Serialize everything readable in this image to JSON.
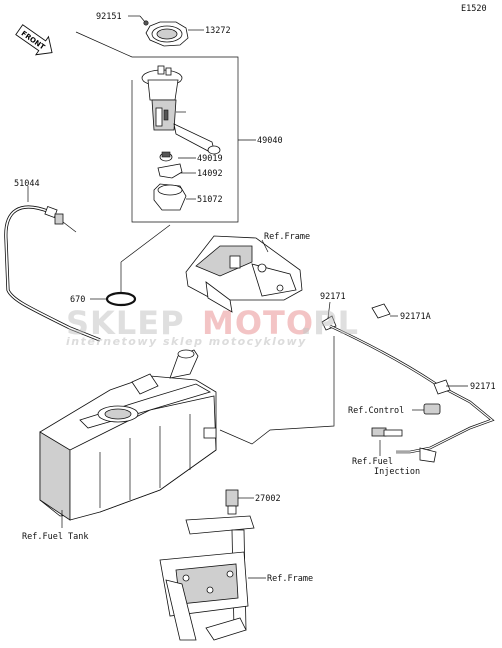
{
  "diagram_code": "E1520",
  "front_label": "FRONT",
  "parts": {
    "p92151": "92151",
    "p13272": "13272",
    "p49040": "49040",
    "p49019": "49019",
    "p14092": "14092",
    "p51072": "51072",
    "p51044": "51044",
    "p670": "670",
    "p92171_a": "92171",
    "p92171A": "92171A",
    "p92171_b": "92171",
    "p27002": "27002"
  },
  "refs": {
    "frame_top": "Ref.Frame",
    "control": "Ref.Control",
    "fuel_injection_line1": "Ref.Fuel",
    "fuel_injection_line2": "Injection",
    "fuel_tank": "Ref.Fuel Tank",
    "frame_bottom": "Ref.Frame"
  },
  "watermark": {
    "brand_part1": "SKLEP",
    "brand_part2": "MOTO",
    "brand_part3": ".PL",
    "tagline": "internetowy sklep motocyklowy",
    "colors": {
      "gray": "#b9b9b9",
      "red": "#d8383b"
    }
  }
}
